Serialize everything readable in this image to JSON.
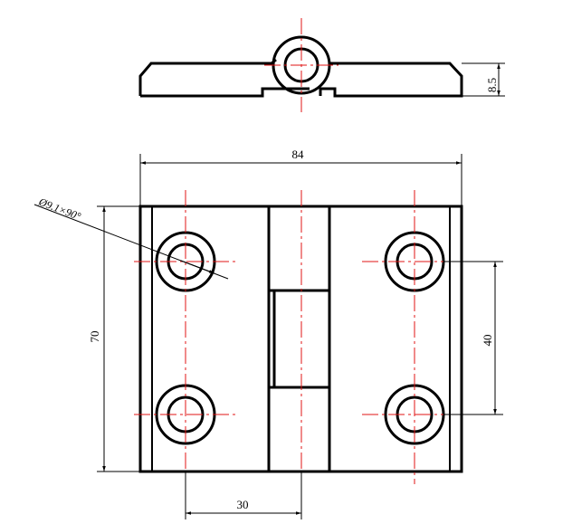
{
  "drawing": {
    "line_color": "#000000",
    "centerline_color": "#e01414",
    "dimensions": {
      "overall_width": "84",
      "overall_height": "70",
      "hole_pitch_vertical": "40",
      "hole_offset_horizontal": "30",
      "thickness": "8.5",
      "countersink_note": "Ø9.1×90°"
    },
    "views": [
      "side-view",
      "front-view"
    ]
  }
}
